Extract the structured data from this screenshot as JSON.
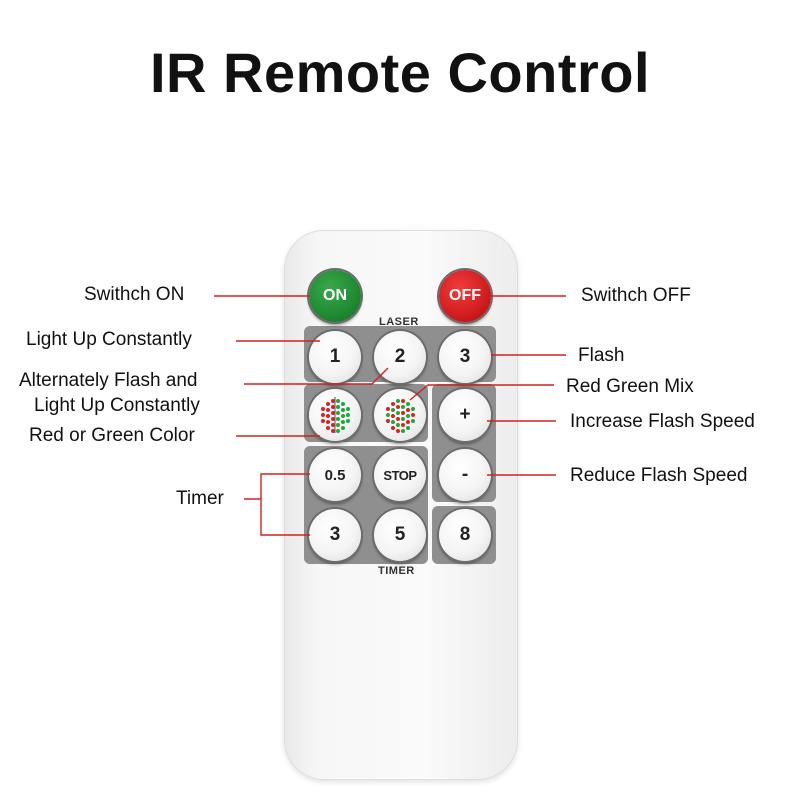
{
  "title": "IR Remote Control",
  "remote": {
    "laser_label": "LASER",
    "timer_label": "TIMER",
    "buttons": {
      "on": "ON",
      "off": "OFF",
      "b1": "1",
      "b2": "2",
      "b3": "3",
      "plus": "+",
      "minus": "-",
      "t05": "0.5",
      "stop": "STOP",
      "t3": "3",
      "t5": "5",
      "t8": "8"
    }
  },
  "callouts": {
    "switch_on": "Swithch ON",
    "switch_off": "Swithch OFF",
    "light_up": "Light Up Constantly",
    "flash": "Flash",
    "alternate_1": "Alternately Flash and",
    "alternate_2": "Light Up Constantly",
    "red_green_mix": "Red Green Mix",
    "increase": "Increase Flash Speed",
    "red_or_green": "Red or Green Color",
    "reduce": "Reduce Flash Speed",
    "timer": "Timer"
  },
  "colors": {
    "leader_line": "#d32020",
    "on_button": "#1f8a32",
    "off_button": "#d11d1d",
    "dot_red": "#e02020",
    "dot_green": "#1fa83a"
  }
}
